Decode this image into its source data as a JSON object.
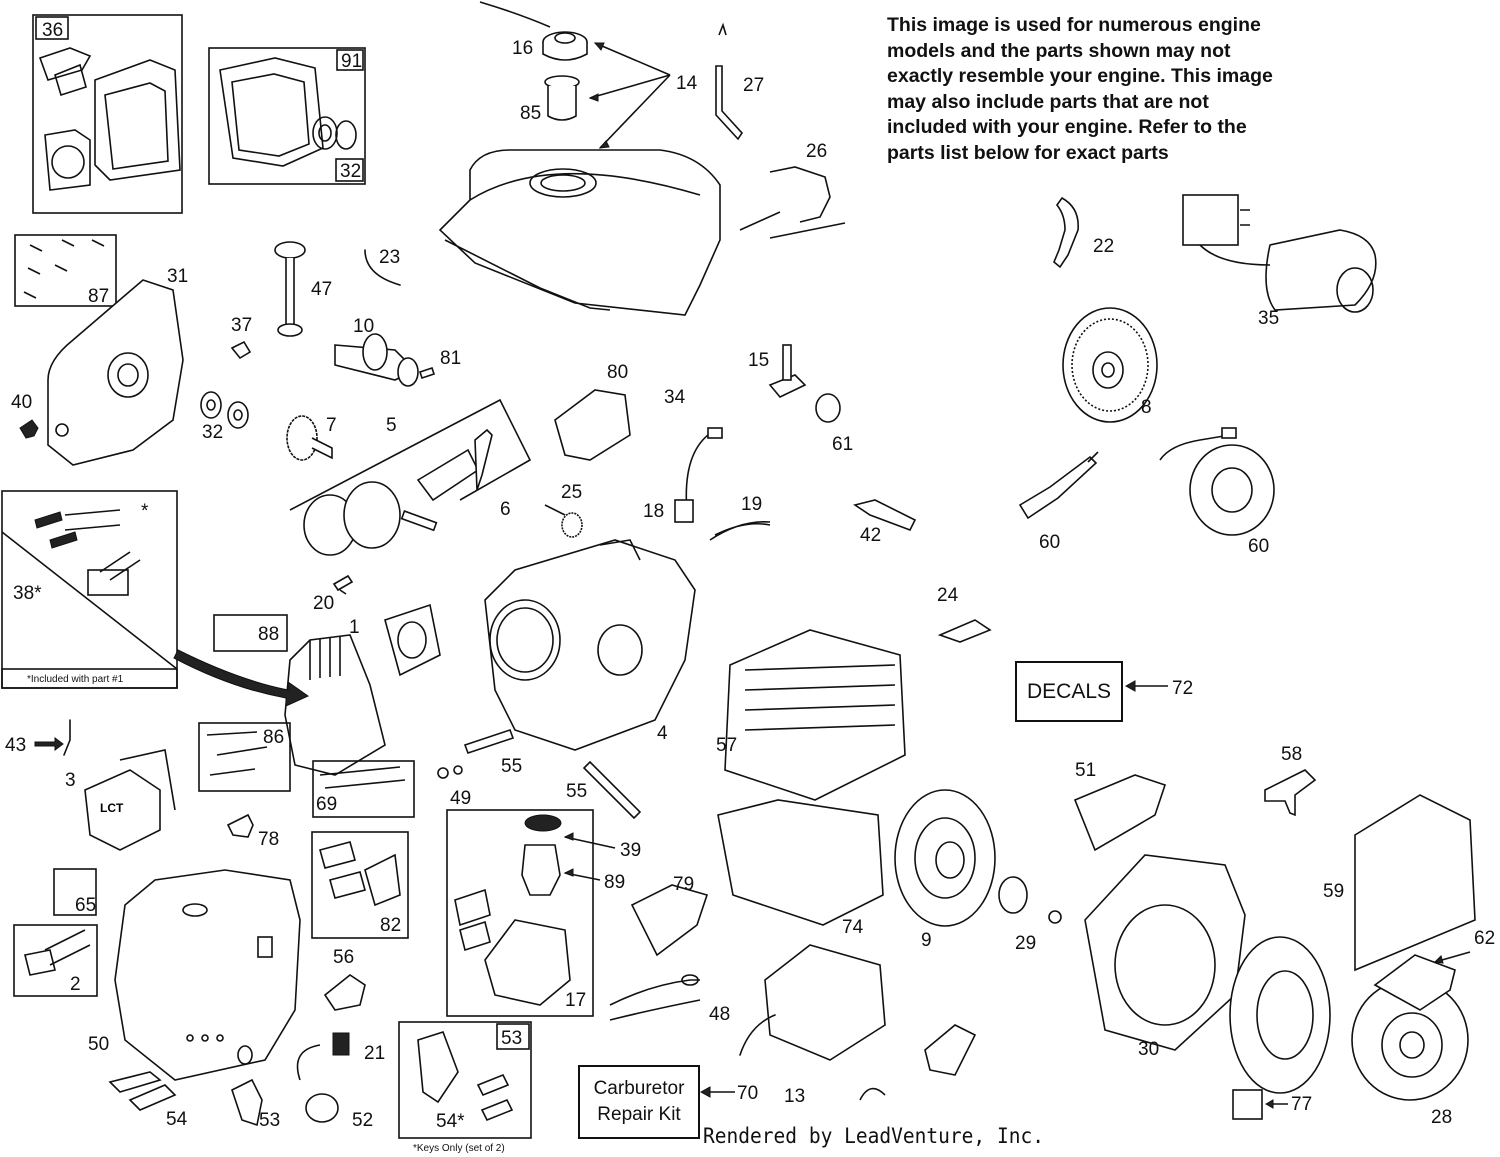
{
  "notice": {
    "lines": [
      "This image is used for numerous engine",
      "models and the parts shown may not",
      "exactly resemble your engine. This image",
      "may also include parts that are not",
      "included with your engine. Refer to the",
      "parts list below for exact parts"
    ]
  },
  "boxes": {
    "decals": "DECALS",
    "carb_line1": "Carburetor",
    "carb_line2": "Repair Kit"
  },
  "footnotes": {
    "included": "*Included with part #1",
    "keys_only": "*Keys Only (set of 2)"
  },
  "footer": "Rendered by LeadVenture, Inc.",
  "callouts": {
    "c36": "36",
    "c91": "91",
    "c32a": "32",
    "c16": "16",
    "c14": "14",
    "c85": "85",
    "c27": "27",
    "c26": "26",
    "c22": "22",
    "c35": "35",
    "c87": "87",
    "c31": "31",
    "c47": "47",
    "c23": "23",
    "c10": "10",
    "c81": "81",
    "c37": "37",
    "c40": "40",
    "c32b": "32",
    "c7": "7",
    "c5": "5",
    "c80": "80",
    "c15": "15",
    "c34": "34",
    "c61": "61",
    "c8": "8",
    "c6": "6",
    "c25": "25",
    "c18": "18",
    "c19": "19",
    "c42": "42",
    "c60a": "60",
    "c60b": "60",
    "c38": "38*",
    "cstar": "*",
    "c20": "20",
    "c88": "88",
    "c1": "1",
    "c24": "24",
    "c72": "72",
    "c43": "43",
    "c86": "86",
    "c3": "3",
    "c4": "4",
    "c57": "57",
    "c55a": "55",
    "c55b": "55",
    "c49": "49",
    "c69": "69",
    "c78": "78",
    "c39": "39",
    "c89": "89",
    "c51": "51",
    "c58": "58",
    "c79": "79",
    "c65": "65",
    "c82": "82",
    "c74": "74",
    "c9": "9",
    "c29": "29",
    "c59": "59",
    "c62": "62",
    "c2": "2",
    "c56": "56",
    "c17": "17",
    "c48": "48",
    "c30": "30",
    "c50": "50",
    "c21": "21",
    "c53box": "53",
    "c54": "54",
    "c53": "53",
    "c52": "52",
    "c54s": "54*",
    "c70": "70",
    "c13": "13",
    "c77": "77",
    "c28": "28"
  }
}
